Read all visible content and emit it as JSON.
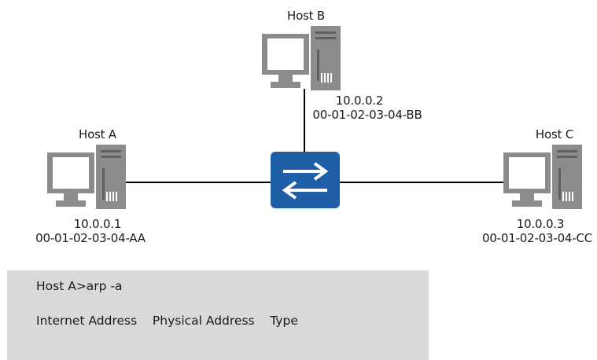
{
  "hosts": {
    "a": {
      "name": "Host A",
      "ip": "10.0.0.1",
      "mac": "00-01-02-03-04-AA"
    },
    "b": {
      "name": "Host B",
      "ip": "10.0.0.2",
      "mac": "00-01-02-03-04-BB"
    },
    "c": {
      "name": "Host C",
      "ip": "10.0.0.3",
      "mac": "00-01-02-03-04-CC"
    }
  },
  "switch": {
    "icon": "switch-icon",
    "color": "#1e5fa8"
  },
  "console": {
    "command": "Host A>arp -a",
    "header": "Internet Address    Physical Address    Type"
  },
  "colors": {
    "host_body": "#8c8c8c",
    "host_screen": "#ffffff",
    "link": "#000000",
    "console_bg": "#d9d9d9"
  }
}
